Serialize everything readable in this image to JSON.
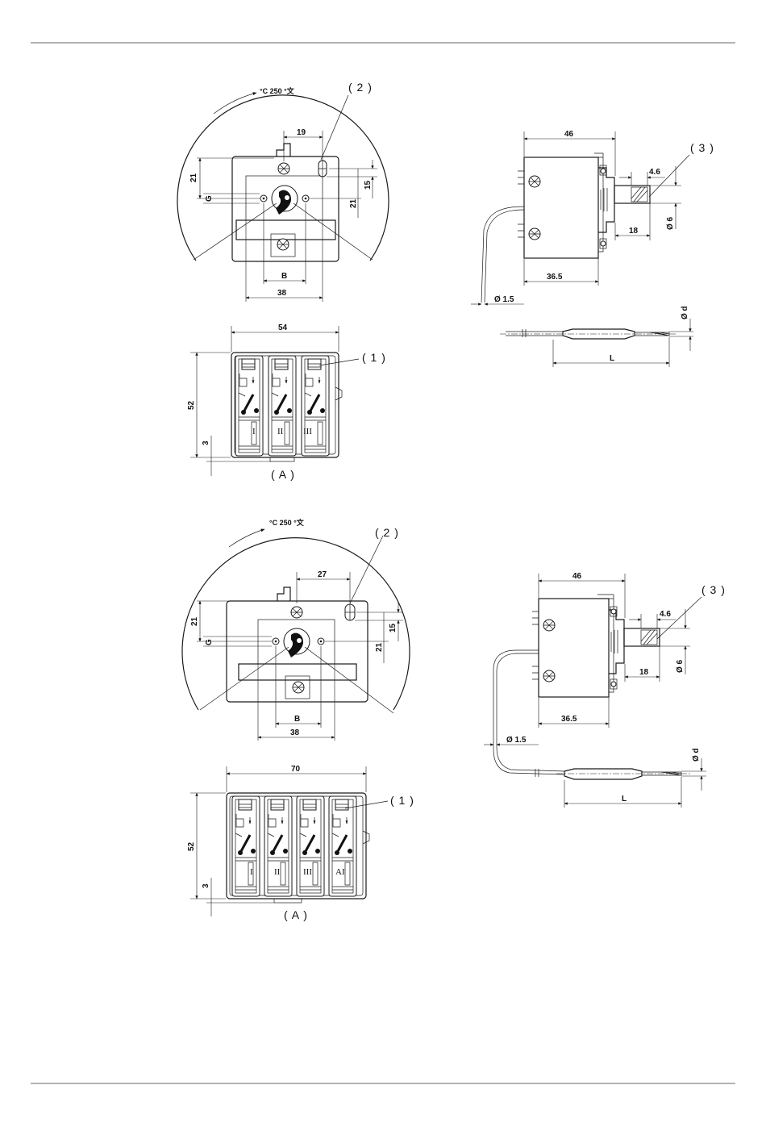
{
  "labels": {
    "callout_1": "( 1 )",
    "callout_2": "( 2 )",
    "callout_3": "( 3 )",
    "view_a": "( A )"
  },
  "scale_text": "°C 250  °文",
  "poles": {
    "p1": "I",
    "p2": "II",
    "p3": "III",
    "p4": "AI"
  },
  "dims": {
    "d19": "19",
    "d27": "27",
    "d21": "21",
    "d15": "15",
    "dG": "G",
    "dB": "B",
    "d38": "38",
    "d54": "54",
    "d70": "70",
    "d52": "52",
    "d3": "3",
    "d46": "46",
    "d4_6": "4.6",
    "d18": "18",
    "d6": "Ø 6",
    "d36_5": "36.5",
    "d1_5": "Ø 1.5",
    "dd": "Ø d",
    "dL": "L"
  }
}
